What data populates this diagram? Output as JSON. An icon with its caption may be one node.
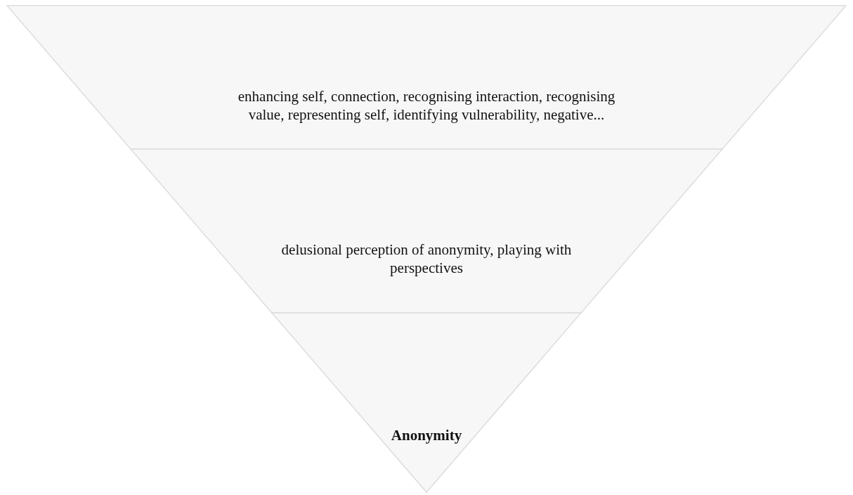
{
  "diagram": {
    "nodes": [
      {
        "text": [
          "enhancing self, connection, recognising interaction, recognising value, representing self, identifying vulnerability, negative..."
        ]
      },
      {
        "text": [
          "delusional perception of anonymity, playing with perspectives"
        ]
      },
      {
        "text": [
          "Anonymity"
        ]
      }
    ]
  }
}
